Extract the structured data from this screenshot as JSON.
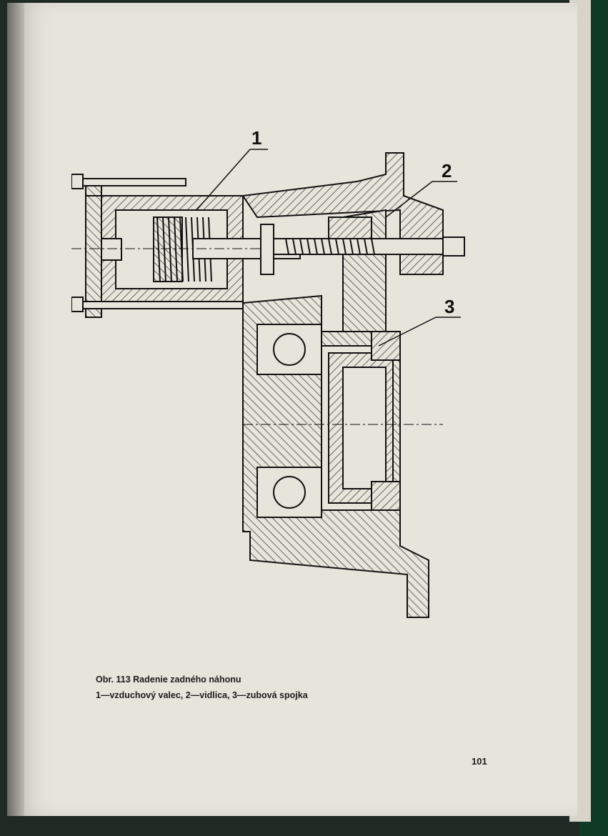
{
  "caption": {
    "label": "Obr. 113",
    "title": "Radenie zadného náhonu",
    "legend": "1—vzduchový valec, 2—vidlica, 3—zubová spojka"
  },
  "callouts": [
    "1",
    "2",
    "3"
  ],
  "page_number": "101",
  "colors": {
    "paper": "#e7e4dc",
    "ink": "#111111",
    "cover": "#0f3a26"
  }
}
